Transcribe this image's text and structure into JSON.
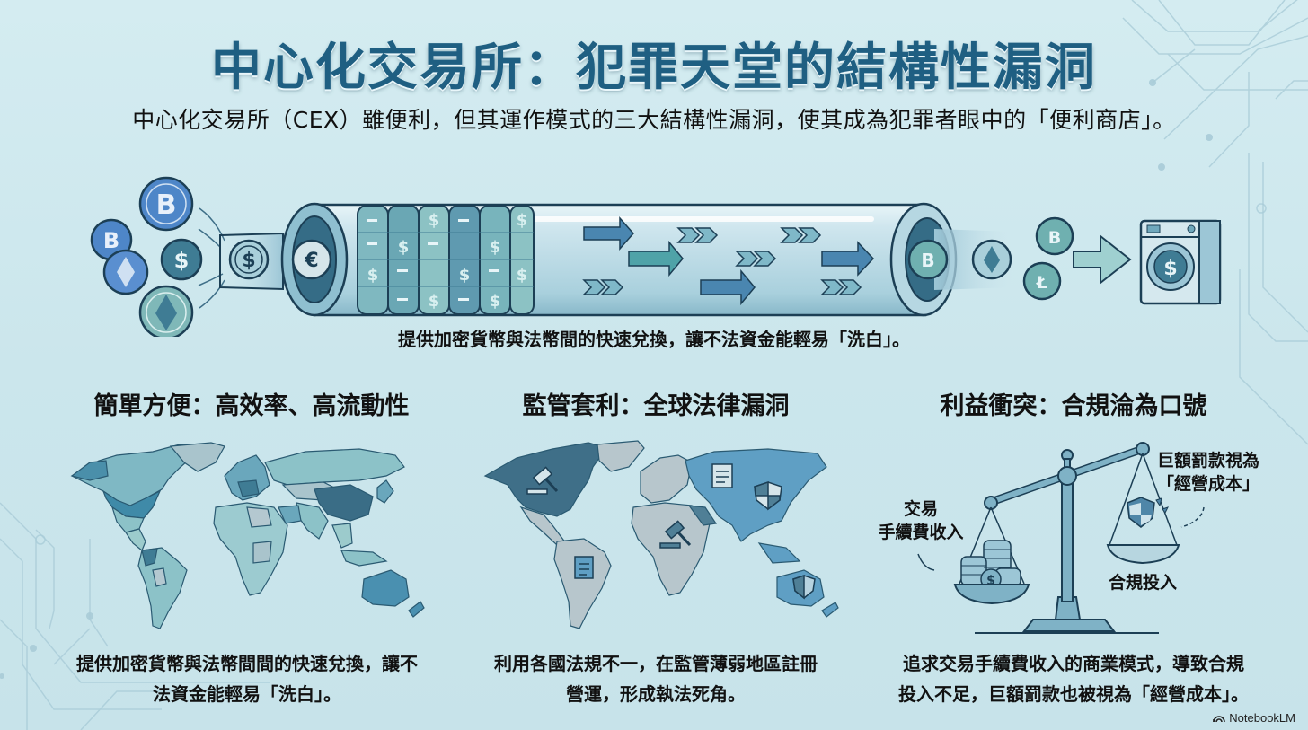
{
  "header": {
    "title": "中心化交易所：犯罪天堂的結構性漏洞",
    "subtitle": "中心化交易所（CEX）雖便利，但其運作模式的三大結構性漏洞，使其成為犯罪者眼中的「便利商店」。"
  },
  "pipeline": {
    "caption": "提供加密貨幣與法幣間的快速兌換，讓不法資金能輕易「洗白」。",
    "input_coins": [
      "bitcoin-icon",
      "bitcoin-icon",
      "ethereum-icon",
      "dollar-icon",
      "ethereum-icon"
    ],
    "entry_coins": [
      "dollar-icon",
      "euro-icon"
    ],
    "exit_coins": [
      "bitcoin-icon",
      "ethereum-icon",
      "bitcoin-icon",
      "litecoin-icon"
    ],
    "destination": "washing-machine-icon"
  },
  "columns": [
    {
      "heading": "簡單方便：高效率、高流動性",
      "text_line1": "提供加密貨幣與法幣間間的快速兌換，讓不",
      "text_line2": "法資金能輕易「洗白」。",
      "illustration": "world-map-choropleth"
    },
    {
      "heading": "監管套利：全球法律漏洞",
      "text_line1": "利用各國法規不一，在監管薄弱地區註冊",
      "text_line2": "營運，形成執法死角。",
      "illustration": "world-map-regulation",
      "map_icons": [
        "gavel-icon",
        "document-icon",
        "shield-icon",
        "gavel-icon",
        "document-icon",
        "shield-icon"
      ]
    },
    {
      "heading": "利益衝突：合規淪為口號",
      "text_line1": "追求交易手續費收入的商業模式，導致合規",
      "text_line2": "投入不足，巨額罰款也被視為「經營成本」。",
      "illustration": "balance-scale",
      "scale": {
        "left_label_line1": "交易",
        "left_label_line2": "手續費收入",
        "right_top_label_line1": "巨額罰款視為",
        "right_top_label_line2": "「經營成本」",
        "right_bottom_label": "合規投入"
      }
    }
  ],
  "colors": {
    "background": "#cbe6ec",
    "title": "#1f5f82",
    "accent_dark": "#2f6b8a",
    "accent_mid": "#4a90b4",
    "accent_teal": "#4fa3a8",
    "outline": "#1c3f55"
  },
  "footer": {
    "brand": "NotebookLM"
  }
}
